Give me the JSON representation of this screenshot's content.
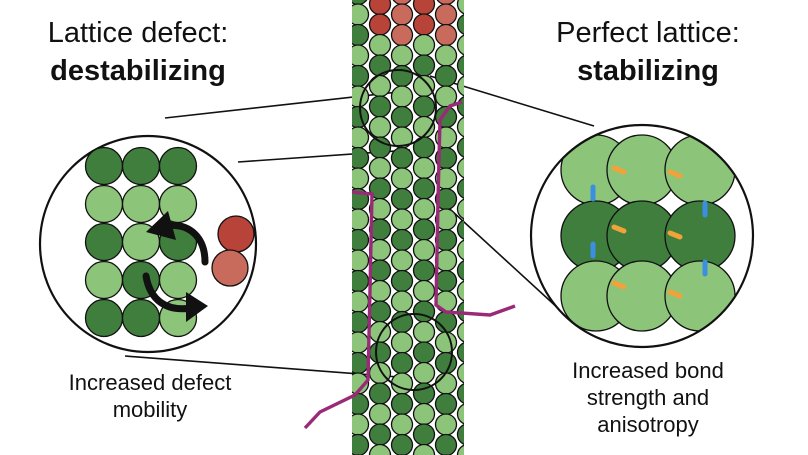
{
  "left_panel": {
    "title_line1": "Lattice defect:",
    "title_line2": "destabilizing",
    "caption_line1": "Increased defect",
    "caption_line2": "mobility"
  },
  "right_panel": {
    "title_line1": "Perfect lattice:",
    "title_line2": "stabilizing",
    "caption_line1": "Increased bond",
    "caption_line2": "strength and",
    "caption_line3": "anisotropy"
  },
  "colors": {
    "subunit_light": "#8cc47a",
    "subunit_dark": "#3f7e3c",
    "subunit_red": "#b84338",
    "subunit_red_light": "#c96b5c",
    "seam_line": "#9a2a78",
    "lateral_bond": "#f2a23a",
    "longitudinal_bond": "#3a8fe0",
    "outline": "#111111"
  }
}
